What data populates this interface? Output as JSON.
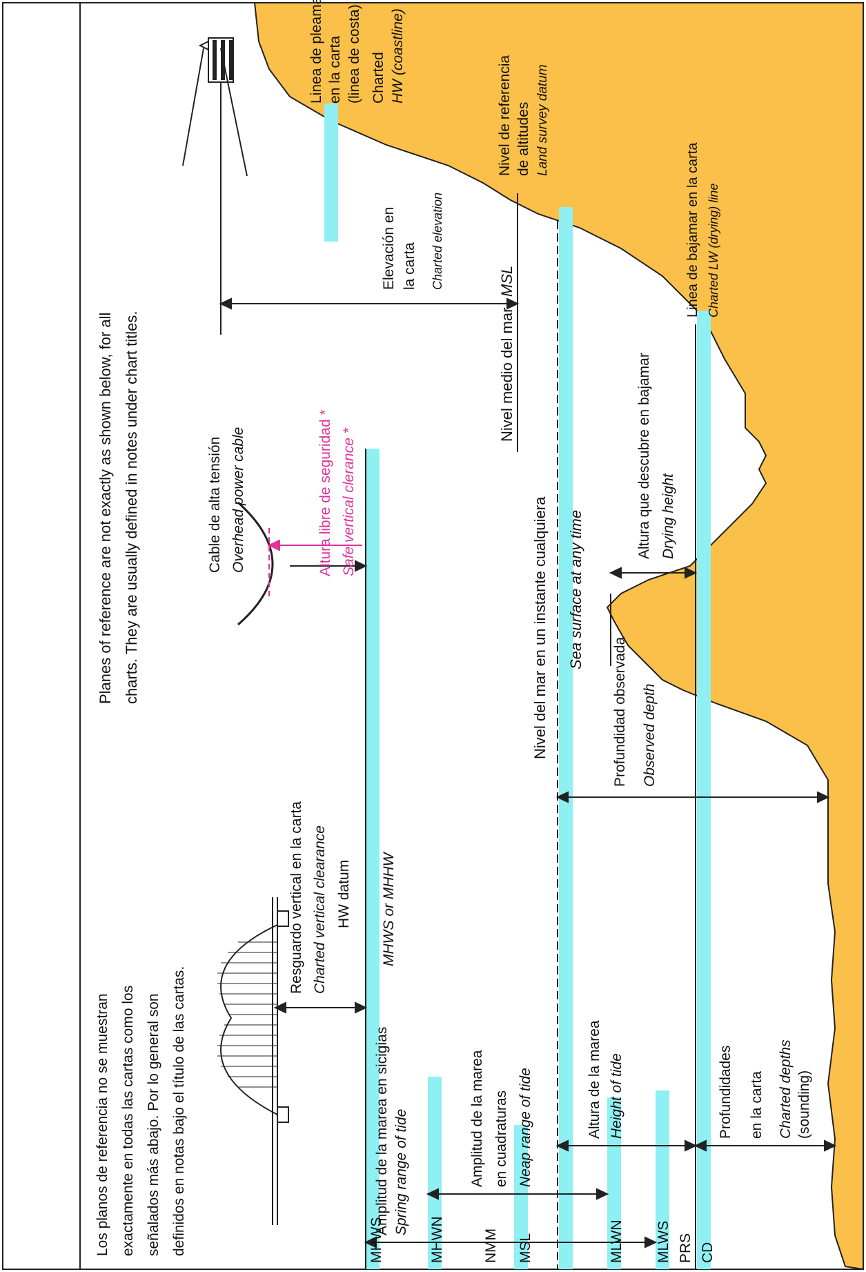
{
  "notes": {
    "en": [
      "Planes of reference are not exactly as shown below, for all",
      "charts. They are usually defined in notes under chart titles."
    ],
    "es": [
      "Los planos de referencia no se muestran",
      "exactamente en todas las cartas como los",
      "señalados más abajo. Por lo general son",
      "definidos en notas bajo el título de las cartas."
    ]
  },
  "datums": {
    "mhws": "MHWS",
    "mhwn": "MHWN",
    "nmm": "NMM",
    "msl": "MSL",
    "mlwn": "MLWN",
    "mlws": "MLWS",
    "prs": "PRS",
    "cd": "CD"
  },
  "labels": {
    "spring_es": "Amplitud de la marea en sicigias",
    "spring_en": "Spring range of tide",
    "neap_es1": "Amplitud de la marea",
    "neap_es2": "en cuadraturas",
    "neap_en": "Neap range of tide",
    "height_es": "Altura de la marea",
    "height_en": "Height of tide",
    "charted_depth_es1": "Profundidades",
    "charted_depth_es2": "en la carta",
    "charted_depth_en1": "Charted depths",
    "charted_depth_en2": "(sounding)",
    "observed_es": "Profundidad observada",
    "observed_en": "Observed depth",
    "sea_surface_es": "Nivel del mar en un instante cualquiera",
    "sea_surface_en": "Sea surface at any time",
    "clearance_es": "Resguardo vertical en la carta",
    "clearance_en": "Charted vertical clearance",
    "hw_datum": "HW datum",
    "mhws_mhhw": "MHWS or MHHW",
    "cable_es": "Cable de alta tensión",
    "cable_en": "Overhead power cable",
    "safe_es": "Altura libre de seguridad *",
    "safe_en": "Safe vertical clerance *",
    "msl_es": "Nivel medio del mar",
    "msl_en": "MSL",
    "elev_es1": "Elevación en",
    "elev_es2": "la carta",
    "elev_en": "Charted elevation",
    "land_es1": "Nivel de referencia",
    "land_es2": "de altitudes",
    "land_en": "Land survey datum",
    "coast_es1": "Linea de pleamar",
    "coast_es2": "en la carta",
    "coast_es3": "(linea de costa)",
    "coast_en1": "Charted",
    "coast_en2": "HW (coastline)",
    "drying_es": "Altura que descubre en bajamar",
    "drying_en": "Drying height",
    "lw_es": "Linea de bajamar en la carta",
    "lw_en": "Charted LW (drying) line"
  },
  "colors": {
    "land": "#fbc04a",
    "water_band": "#8ff0f3",
    "safe": "#e0339b",
    "ink": "#111111"
  }
}
